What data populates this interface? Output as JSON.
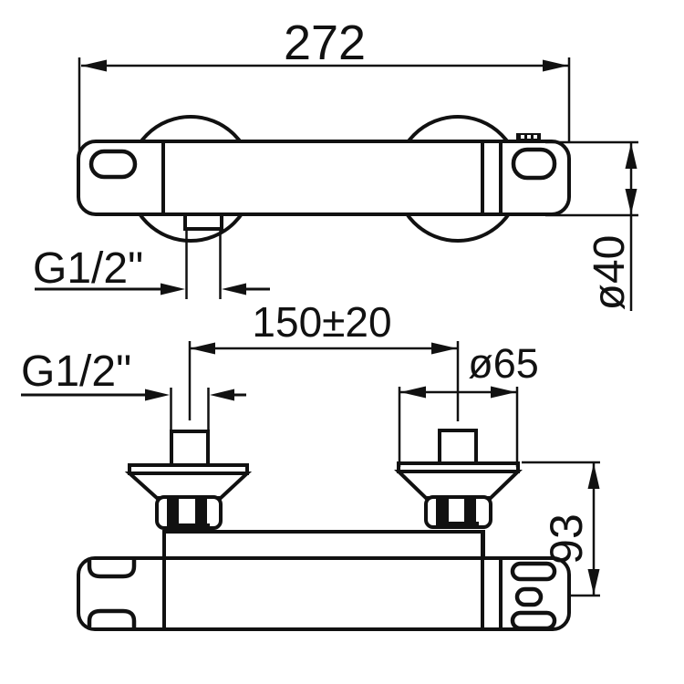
{
  "drawing": {
    "type": "technical-dimension-drawing",
    "views": [
      "front-view",
      "bottom-view"
    ],
    "colors": {
      "line": "#111111",
      "background": "#ffffff"
    },
    "dimensions": {
      "total_length": "272",
      "body_diameter": "ø40",
      "outlet_thread": "G1/2\"",
      "inlet_spacing": "150±20",
      "union_diameter": "ø65",
      "inlet_thread": "G1/2\"",
      "wall_offset": "93"
    }
  }
}
